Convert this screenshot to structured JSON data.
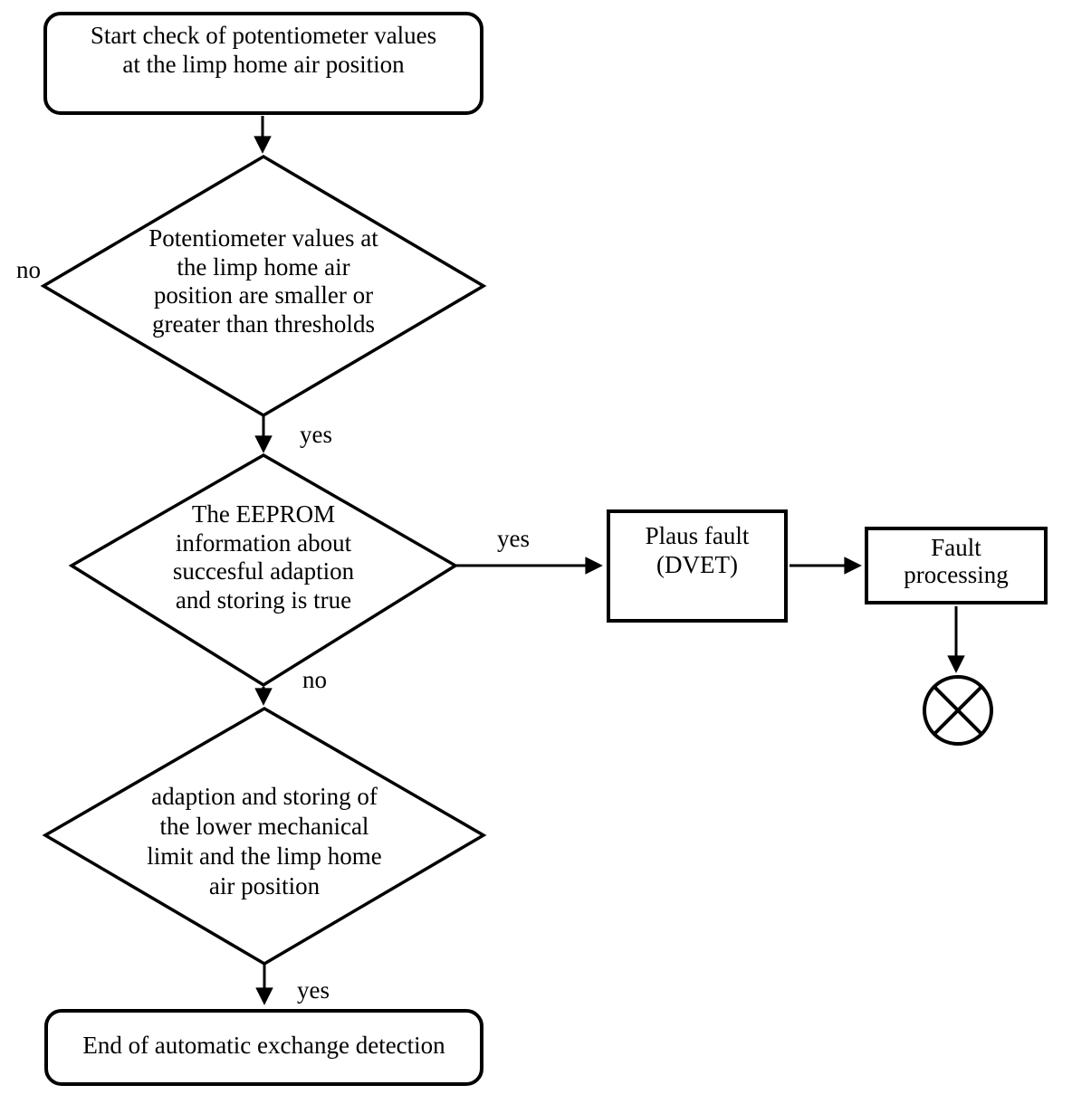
{
  "diagram": {
    "type": "flowchart",
    "colors": {
      "stroke": "#000000",
      "background": "#ffffff",
      "node_fill": "#ffffff"
    },
    "nodes": {
      "start": {
        "shape": "rounded-rectangle",
        "label": "Start check of potentiometer values\nat the limp home air position"
      },
      "decision_thresholds": {
        "shape": "diamond",
        "label": "Potentiometer values at\nthe limp home air\nposition are smaller or\ngreater than thresholds"
      },
      "decision_eeprom": {
        "shape": "diamond",
        "label": "The EEPROM\ninformation about\nsuccesful adaption\nand storing is true"
      },
      "plaus_fault": {
        "shape": "rectangle",
        "label": "Plaus fault\n(DVET)"
      },
      "fault_processing": {
        "shape": "rectangle",
        "label": "Fault\nprocessing"
      },
      "decision_adaption": {
        "shape": "diamond",
        "label": "adaption and storing of\nthe lower mechanical\nlimit and the limp home\nair position"
      },
      "end": {
        "shape": "rounded-rectangle",
        "label": "End of automatic exchange detection"
      },
      "connector": {
        "shape": "circle-x",
        "label": ""
      }
    },
    "edge_labels": {
      "thresholds_no": "no",
      "thresholds_yes": "yes",
      "eeprom_yes": "yes",
      "eeprom_no": "no",
      "adaption_yes": "yes"
    }
  }
}
